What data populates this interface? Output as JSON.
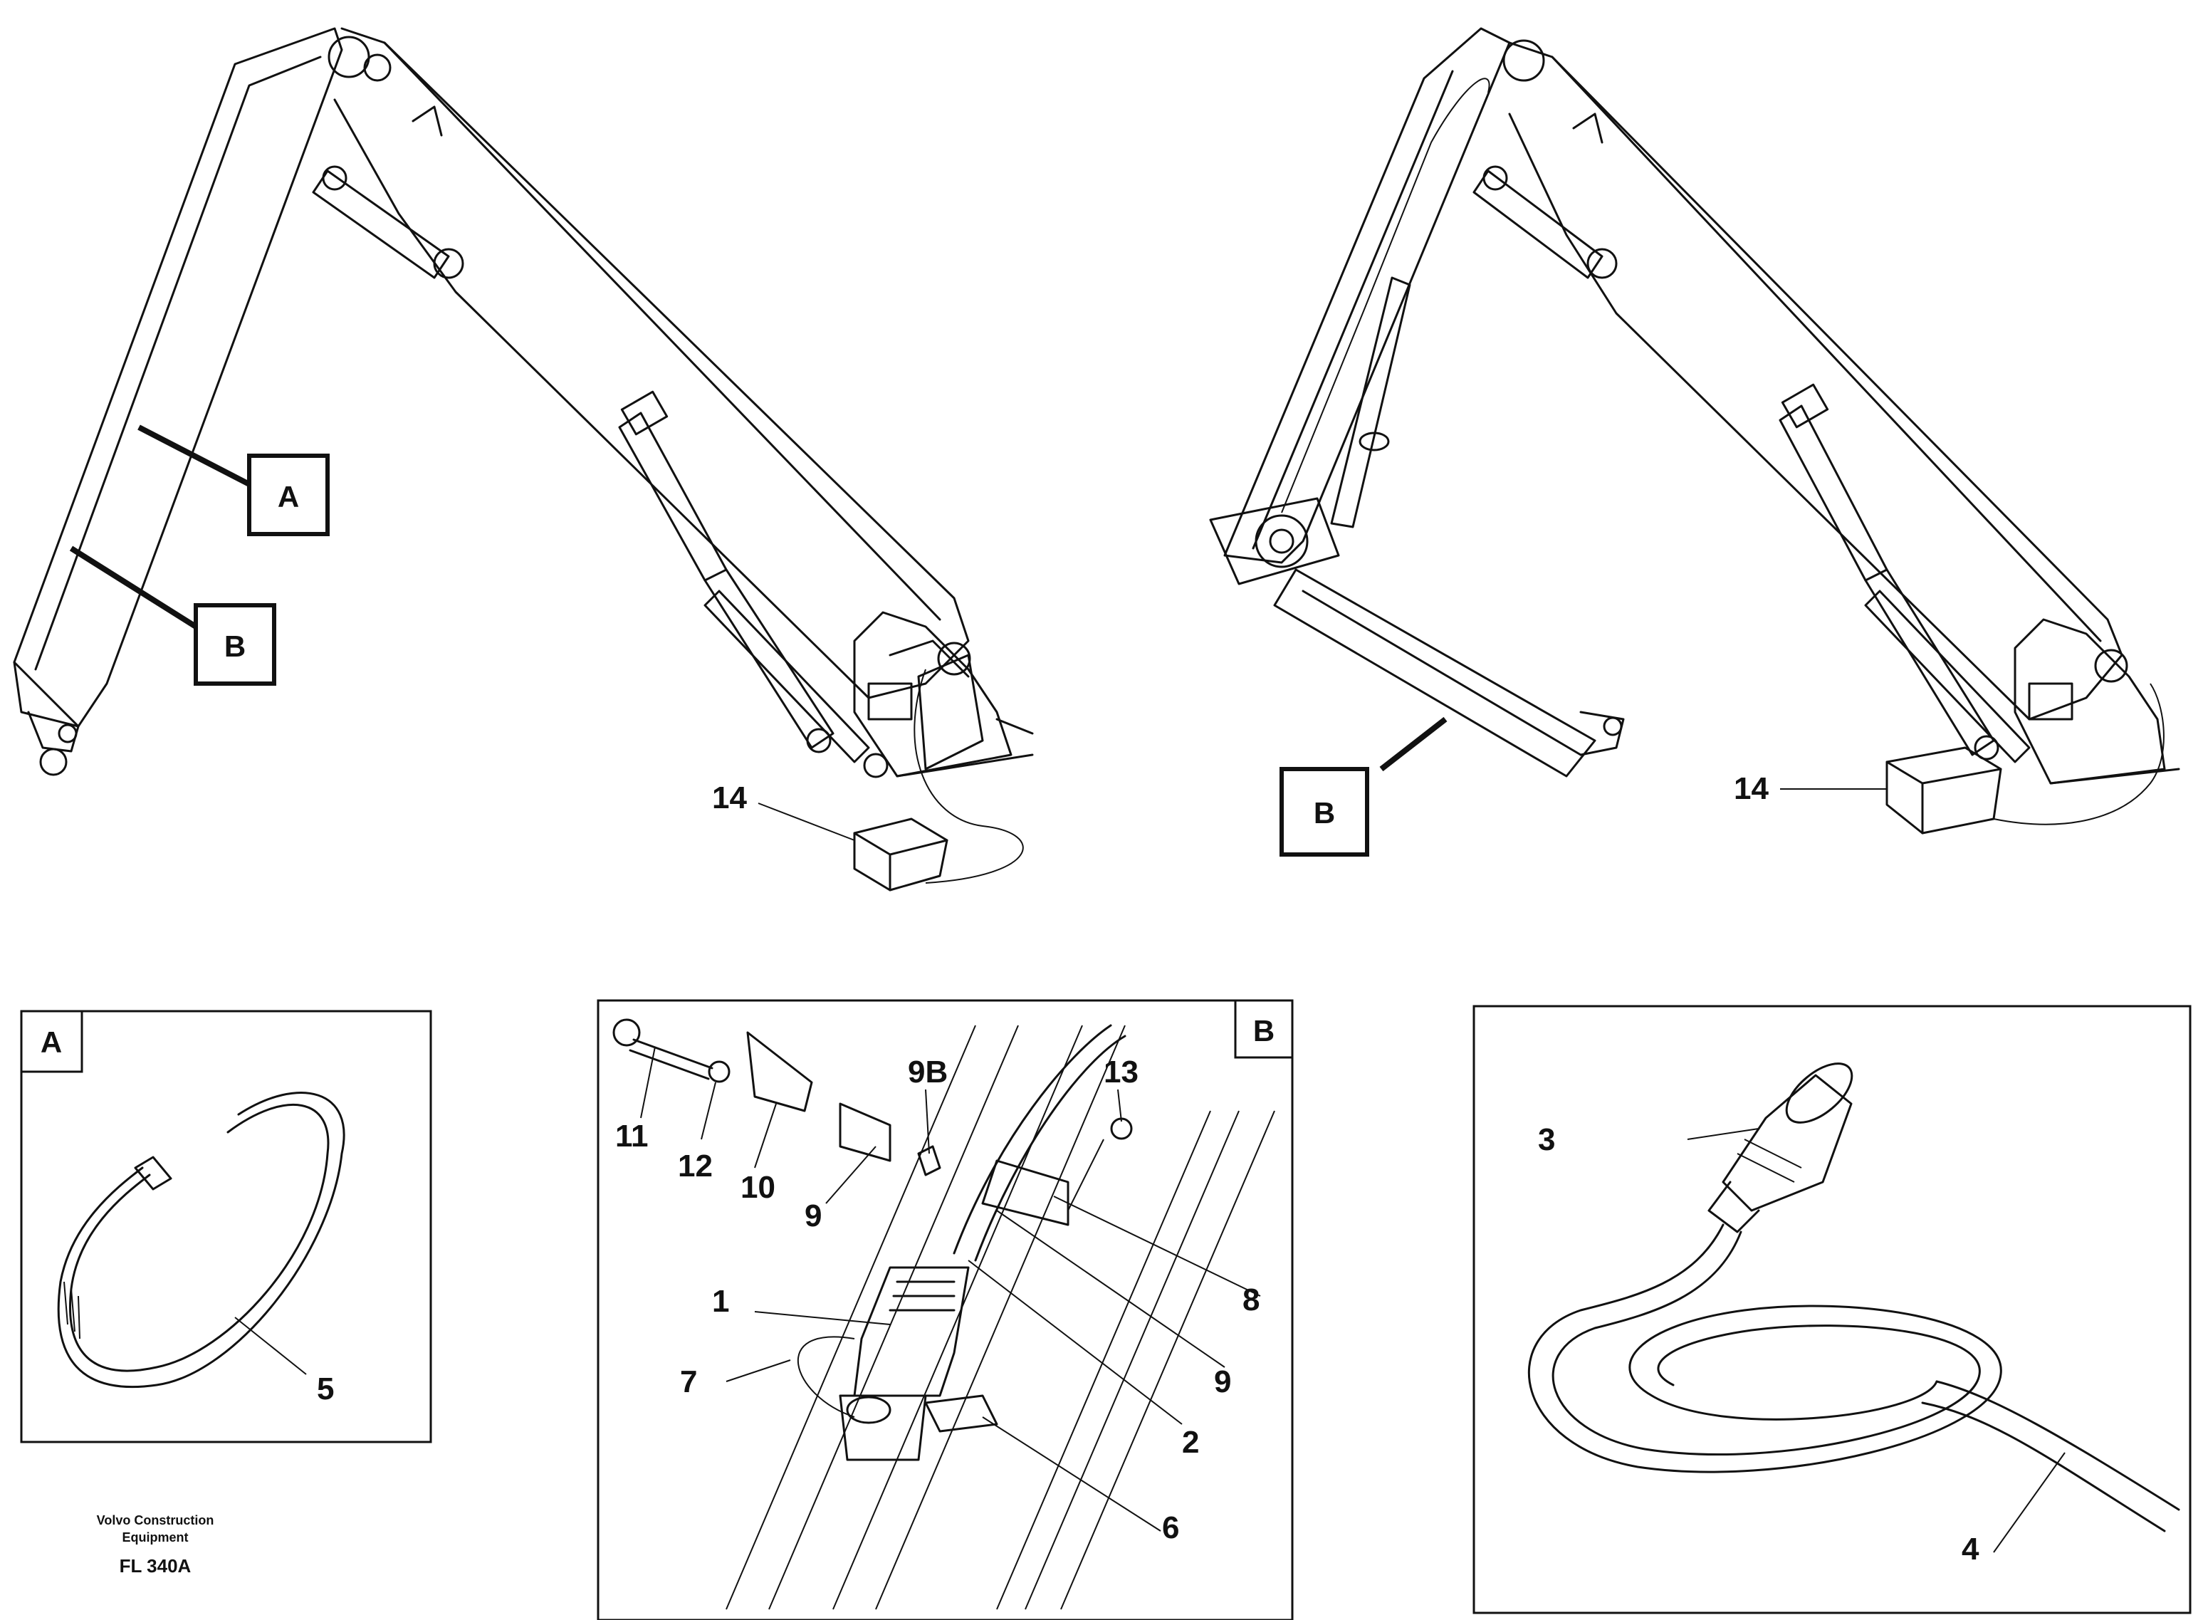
{
  "callouts": {
    "A": "A",
    "B": "B",
    "n1": "1",
    "n2": "2",
    "n3": "3",
    "n4": "4",
    "n5": "5",
    "n6": "6",
    "n7": "7",
    "n8": "8",
    "n9": "9",
    "n9b": "9B",
    "n10": "10",
    "n11": "11",
    "n12": "12",
    "n13": "13",
    "n14": "14"
  },
  "footer": {
    "line1": "Volvo Construction",
    "line2": "Equipment",
    "code": "FL 340A"
  }
}
